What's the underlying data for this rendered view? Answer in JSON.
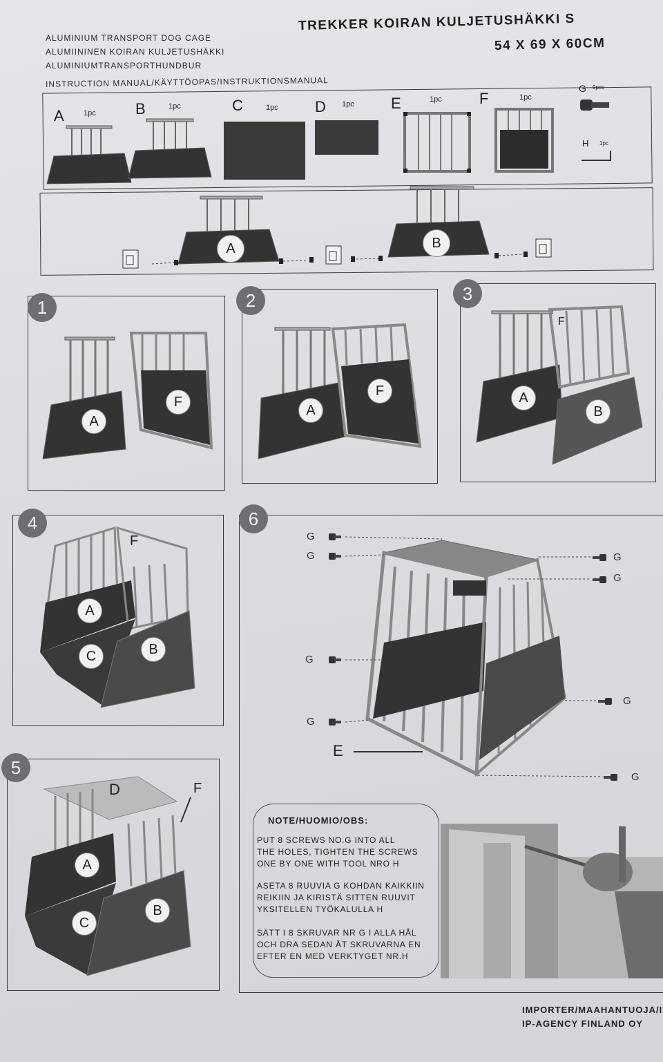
{
  "header": {
    "left_lines": [
      "ALUMINIUM TRANSPORT DOG CAGE",
      "ALUMIININEN KOIRAN KULJETUSHÄKKI",
      "ALUMINIUMTRANSPORTHUNDBUR"
    ],
    "manual_line": "INSTRUCTION MANUAL/KÄYTTÖOPAS/INSTRUKTIONSMANUAL",
    "title": "TREKKER KOIRAN KULJETUSHÄKKI S",
    "dimensions": "54 X 69 X 60CM"
  },
  "parts": [
    {
      "letter": "A",
      "qty": "1pc"
    },
    {
      "letter": "B",
      "qty": "1pc"
    },
    {
      "letter": "C",
      "qty": "1pc"
    },
    {
      "letter": "D",
      "qty": "1pc"
    },
    {
      "letter": "E",
      "qty": "1pc"
    },
    {
      "letter": "F",
      "qty": "1pc"
    },
    {
      "letter": "G",
      "qty": "9pcs"
    },
    {
      "letter": "H",
      "qty": "1pc"
    }
  ],
  "steps": [
    "1",
    "2",
    "3",
    "4",
    "5",
    "6"
  ],
  "labels": {
    "A": "A",
    "B": "B",
    "C": "C",
    "D": "D",
    "E": "E",
    "F": "F",
    "G": "G"
  },
  "note": {
    "title": "NOTE/HUOMIO/OBS:",
    "en": "PUT 8 SCREWS NO.G INTO ALL\nTHE HOLES, TIGHTEN THE SCREWS\nONE BY ONE WITH TOOL NRO H",
    "fi": "ASETA 8 RUUVIA G KOHDAN KAIKKIIN\nREIKIIN JA KIRISTÄ SITTEN RUUVIT\nYKSITELLEN TYÖKALULLA H",
    "sv": "SÄTT I 8 SKRUVAR NR G I ALLA HÅL\nOCH DRA SEDAN ÅT SKRUVARNA EN\nEFTER EN MED VERKTYGET NR.H"
  },
  "footer": {
    "line1": "IMPORTER/MAAHANTUOJA/I",
    "line2": "IP-AGENCY FINLAND OY"
  }
}
